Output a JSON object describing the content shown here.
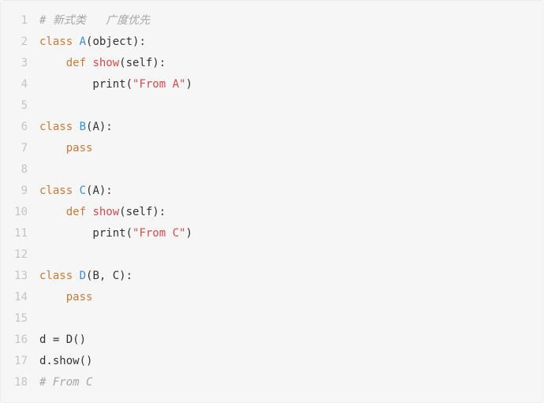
{
  "code": {
    "language": "python",
    "colors": {
      "background": "#f6f6f6",
      "line_number": "#c4c4c4",
      "keyword": "#c67b3d",
      "class_name": "#3d8fd1",
      "function_name": "#d14b4b",
      "string": "#d14b4b",
      "comment": "#a6a6a6",
      "plain": "#333333"
    },
    "lines": [
      {
        "number": "1",
        "tokens": [
          {
            "type": "comment",
            "text": "# 新式类   广度优先"
          }
        ]
      },
      {
        "number": "2",
        "tokens": [
          {
            "type": "keyword",
            "text": "class "
          },
          {
            "type": "classname",
            "text": "A"
          },
          {
            "type": "plain",
            "text": "(object):"
          }
        ]
      },
      {
        "number": "3",
        "tokens": [
          {
            "type": "plain",
            "text": "    "
          },
          {
            "type": "keyword",
            "text": "def "
          },
          {
            "type": "funcname",
            "text": "show"
          },
          {
            "type": "plain",
            "text": "(self):"
          }
        ]
      },
      {
        "number": "4",
        "tokens": [
          {
            "type": "plain",
            "text": "        print("
          },
          {
            "type": "string",
            "text": "\"From A\""
          },
          {
            "type": "plain",
            "text": ")"
          }
        ]
      },
      {
        "number": "5",
        "tokens": []
      },
      {
        "number": "6",
        "tokens": [
          {
            "type": "keyword",
            "text": "class "
          },
          {
            "type": "classname",
            "text": "B"
          },
          {
            "type": "plain",
            "text": "(A):"
          }
        ]
      },
      {
        "number": "7",
        "tokens": [
          {
            "type": "plain",
            "text": "    "
          },
          {
            "type": "keyword",
            "text": "pass"
          }
        ]
      },
      {
        "number": "8",
        "tokens": []
      },
      {
        "number": "9",
        "tokens": [
          {
            "type": "keyword",
            "text": "class "
          },
          {
            "type": "classname",
            "text": "C"
          },
          {
            "type": "plain",
            "text": "(A):"
          }
        ]
      },
      {
        "number": "10",
        "tokens": [
          {
            "type": "plain",
            "text": "    "
          },
          {
            "type": "keyword",
            "text": "def "
          },
          {
            "type": "funcname",
            "text": "show"
          },
          {
            "type": "plain",
            "text": "(self):"
          }
        ]
      },
      {
        "number": "11",
        "tokens": [
          {
            "type": "plain",
            "text": "        print("
          },
          {
            "type": "string",
            "text": "\"From C\""
          },
          {
            "type": "plain",
            "text": ")"
          }
        ]
      },
      {
        "number": "12",
        "tokens": []
      },
      {
        "number": "13",
        "tokens": [
          {
            "type": "keyword",
            "text": "class "
          },
          {
            "type": "classname",
            "text": "D"
          },
          {
            "type": "plain",
            "text": "(B, C):"
          }
        ]
      },
      {
        "number": "14",
        "tokens": [
          {
            "type": "plain",
            "text": "    "
          },
          {
            "type": "keyword",
            "text": "pass"
          }
        ]
      },
      {
        "number": "15",
        "tokens": []
      },
      {
        "number": "16",
        "tokens": [
          {
            "type": "plain",
            "text": "d = D()"
          }
        ]
      },
      {
        "number": "17",
        "tokens": [
          {
            "type": "plain",
            "text": "d.show()"
          }
        ]
      },
      {
        "number": "18",
        "tokens": [
          {
            "type": "comment",
            "text": "# From C"
          }
        ]
      }
    ]
  }
}
